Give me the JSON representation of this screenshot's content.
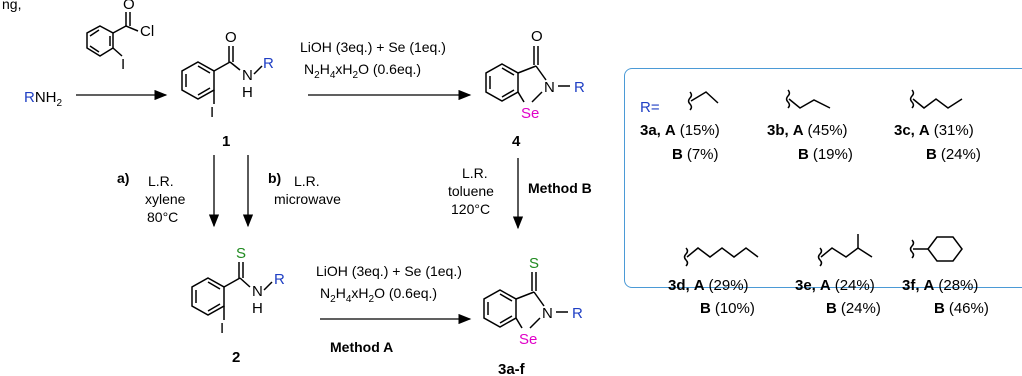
{
  "top_left": "ng,",
  "reagents": {
    "amine": "NH2",
    "amine_r": "R",
    "acyl_cl": "Cl",
    "iodo": "I",
    "oxygen": "O",
    "sulfur": "S",
    "nitrogen": "N",
    "hydrogen": "H",
    "selenium": "Se",
    "r_group": "R"
  },
  "conditions": {
    "top_line1": "LiOH (3eq.) + Se (1eq.)",
    "top_line2_pre": "N",
    "top_line2_sub": "2",
    "top_line2_mid": "H",
    "top_line2_sub2": "4",
    "top_line2_post": "xH",
    "top_line2_sub3": "2",
    "top_line2_end": "O (0.6eq.)",
    "a_label": "a)",
    "a_line1": "L.R.",
    "a_line2": "xylene",
    "a_line3": "80°C",
    "b_label": "b)",
    "b_line1": "L.R.",
    "b_line2": "microwave",
    "c_line1": "L.R.",
    "c_line2": "toluene",
    "c_line3": "120°C",
    "method_b": "Method B",
    "method_a": "Method A"
  },
  "compounds": {
    "c1": "1",
    "c2": "2",
    "c4": "4",
    "c3": "3a-f"
  },
  "box": {
    "r_label": "R=",
    "entries": [
      {
        "id": "3a,",
        "a_letter": "A",
        "a_yield": "(15%)",
        "b_letter": "B",
        "b_yield": "(7%)"
      },
      {
        "id": "3b,",
        "a_letter": "A",
        "a_yield": "(45%)",
        "b_letter": "B",
        "b_yield": "(19%)"
      },
      {
        "id": "3c,",
        "a_letter": "A",
        "a_yield": "(31%)",
        "b_letter": "B",
        "b_yield": "(24%)"
      },
      {
        "id": "3d,",
        "a_letter": "A",
        "a_yield": "(29%)",
        "b_letter": "B",
        "b_yield": "(10%)"
      },
      {
        "id": "3e,",
        "a_letter": "A",
        "a_yield": "(24%)",
        "b_letter": "B",
        "b_yield": "(24%)"
      },
      {
        "id": "3f,",
        "a_letter": "A",
        "a_yield": "(28%)",
        "b_letter": "B",
        "b_yield": "(46%)"
      }
    ]
  },
  "colors": {
    "r_group": "#1f3fc4",
    "sulfur": "#1f8a1f",
    "selenium": "#e000c8",
    "box_border": "#4b9ad6"
  }
}
